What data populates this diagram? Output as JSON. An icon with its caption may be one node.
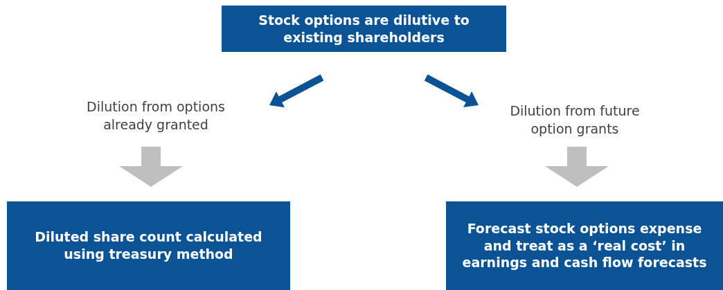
{
  "diagram": {
    "nodes": [
      {
        "text": [
          "Stock options are dilutive to existing shareholders"
        ]
      },
      {
        "text": [
          "Dilution from options already granted"
        ]
      },
      {
        "text": [
          "Dilution from future option grants"
        ]
      },
      {
        "text": [
          "Diluted share count calculated using treasury method"
        ]
      },
      {
        "text": [
          "Forecast stock options expense and treat as a ‘real cost’ in earnings and cash flow forecasts"
        ]
      }
    ],
    "edges": [
      {
        "from": 0,
        "to": 1,
        "arrow": "to",
        "style": "thick"
      },
      {
        "from": 0,
        "to": 2,
        "arrow": "to",
        "style": "thick"
      },
      {
        "from": 1,
        "to": 3,
        "arrow": "to",
        "style": "thick",
        "color": "#bfbfbf"
      },
      {
        "from": 2,
        "to": 4,
        "arrow": "to",
        "style": "thick",
        "color": "#bfbfbf"
      }
    ]
  }
}
